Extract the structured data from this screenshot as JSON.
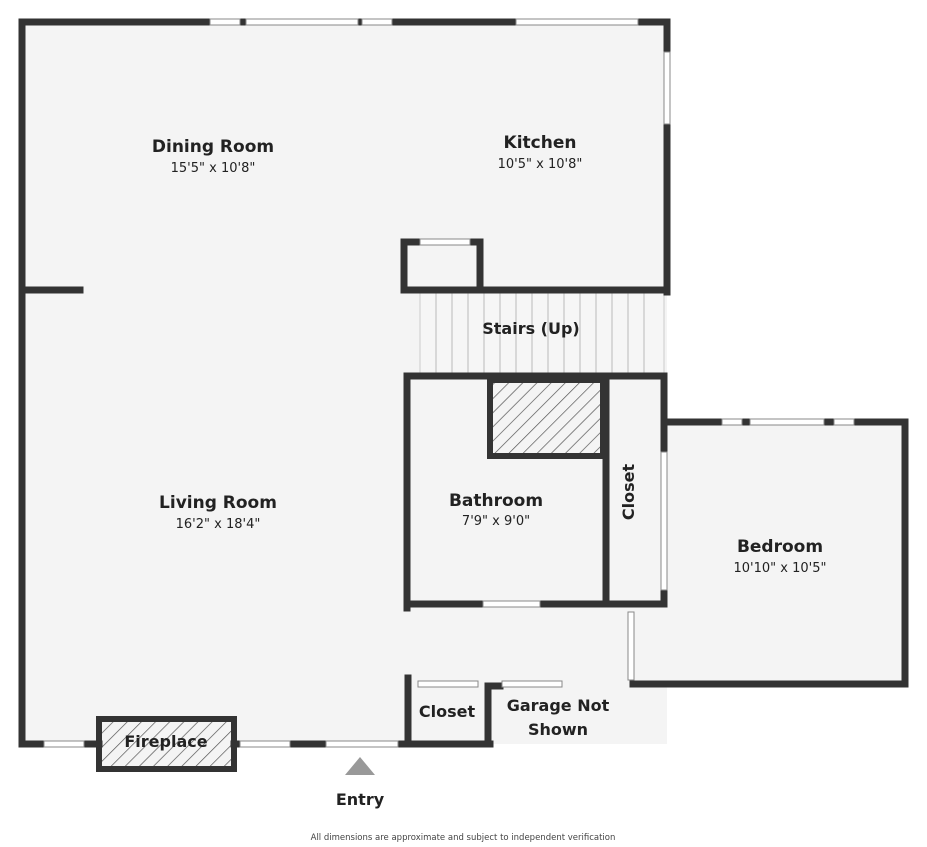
{
  "colors": {
    "wall": "#333333",
    "floor": "#f4f4f4",
    "window": "#ffffff",
    "hatch": "#555555",
    "marker": "#999999"
  },
  "rooms": {
    "dining": {
      "name": "Dining Room",
      "dims": "15'5\" x 10'8\""
    },
    "kitchen": {
      "name": "Kitchen",
      "dims": "10'5\" x 10'8\""
    },
    "living": {
      "name": "Living Room",
      "dims": "16'2\" x 18'4\""
    },
    "bathroom": {
      "name": "Bathroom",
      "dims": "7'9\" x 9'0\""
    },
    "bedroom": {
      "name": "Bedroom",
      "dims": "10'10\" x 10'5\""
    }
  },
  "labels": {
    "stairs": "Stairs (Up)",
    "closet_vertical": "Closet",
    "closet_small": "Closet",
    "fireplace": "Fireplace",
    "garage_line1": "Garage Not",
    "garage_line2": "Shown",
    "entry": "Entry"
  },
  "footnote": "All dimensions are approximate and subject to independent verification",
  "icons": {
    "entry": "entry-arrow-icon"
  }
}
